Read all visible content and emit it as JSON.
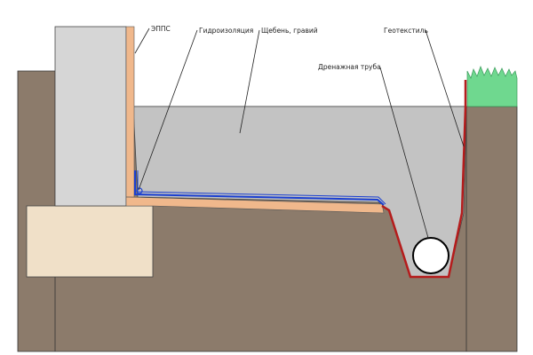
{
  "labels": {
    "epps": "ЭППС",
    "waterproofing": "Гидроизоляция",
    "gravel": "Щебень, гравий",
    "geotextile": "Геотекстиль",
    "drain_pipe": "Дренажная труба"
  },
  "colors": {
    "soil": "#8c7b6b",
    "concrete": "#d6d6d6",
    "footing": "#f0e0c8",
    "insulation": "#f0b88c",
    "gravel": "#c3c3c3",
    "waterproofing": "#1a3fd0",
    "geotextile": "#b51c1c",
    "grass": "#6fd88f",
    "pipe": "#ffffff"
  }
}
